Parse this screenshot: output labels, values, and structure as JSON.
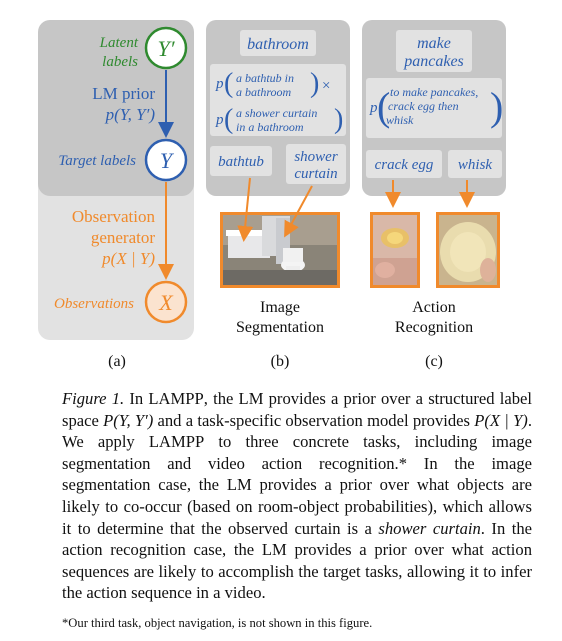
{
  "panel_a": {
    "latent_label_line1": "Latent",
    "latent_label_line2": "labels",
    "latent_node": "Y′",
    "lm_prior_line1": "LM prior",
    "lm_prior_line2": "p(Y, Y′)",
    "target_label": "Target labels",
    "target_node": "Y",
    "obs_gen_line1": "Observation",
    "obs_gen_line2": "generator",
    "obs_gen_line3": "p(X | Y)",
    "observations_label": "Observations",
    "obs_node": "X",
    "sublabel": "(a)"
  },
  "panel_b": {
    "top_box": "bathroom",
    "p1_line1": "a bathtub in",
    "p1_line2": "a bathroom",
    "times": "×",
    "p2_line1": "a shower curtain",
    "p2_line2": "in a bathroom",
    "p_symbol": "p",
    "label_left": "bathtub",
    "label_right_line1": "shower",
    "label_right_line2": "curtain",
    "task_line1": "Image",
    "task_line2": "Segmentation",
    "sublabel": "(b)"
  },
  "panel_c": {
    "top_box_line1": "make",
    "top_box_line2": "pancakes",
    "p_line1": "to make pancakes,",
    "p_line2": "crack egg then",
    "p_line3": "whisk",
    "p_symbol": "p",
    "label_left": "crack egg",
    "label_right": "whisk",
    "task_line1": "Action",
    "task_line2": "Recognition",
    "sublabel": "(c)"
  },
  "caption": {
    "fig_label": "Figure 1.",
    "t1": " In ",
    "lampp": "LAMPP",
    "t2": ", the LM provides a prior over a structured label space ",
    "m1": "P(Y, Y′)",
    "t3": " and a task-specific observation model provides ",
    "m2": "P(X | Y)",
    "t4": ". We apply ",
    "lampp2": "LAMPP",
    "t5": " to three concrete tasks, including image segmentation and video action recognition.* In the image segmentation case, the LM provides a prior over what objects are likely to co-occur (based on room-object probabilities), which allows it to determine that the observed curtain is a ",
    "em1": "shower curtain",
    "t6": ". In the action recognition case, the LM provides a prior over what action sequences are likely to accomplish the target tasks, allowing it to infer the action sequence in a video."
  },
  "footnote": "*Our third task, object navigation, is not shown in this figure.",
  "colors": {
    "green": "#2f8a2f",
    "blue": "#2e5fb0",
    "orange": "#f08a2c",
    "gray_panel": "#c6c6c6",
    "light_gray": "#e2e2e2"
  }
}
